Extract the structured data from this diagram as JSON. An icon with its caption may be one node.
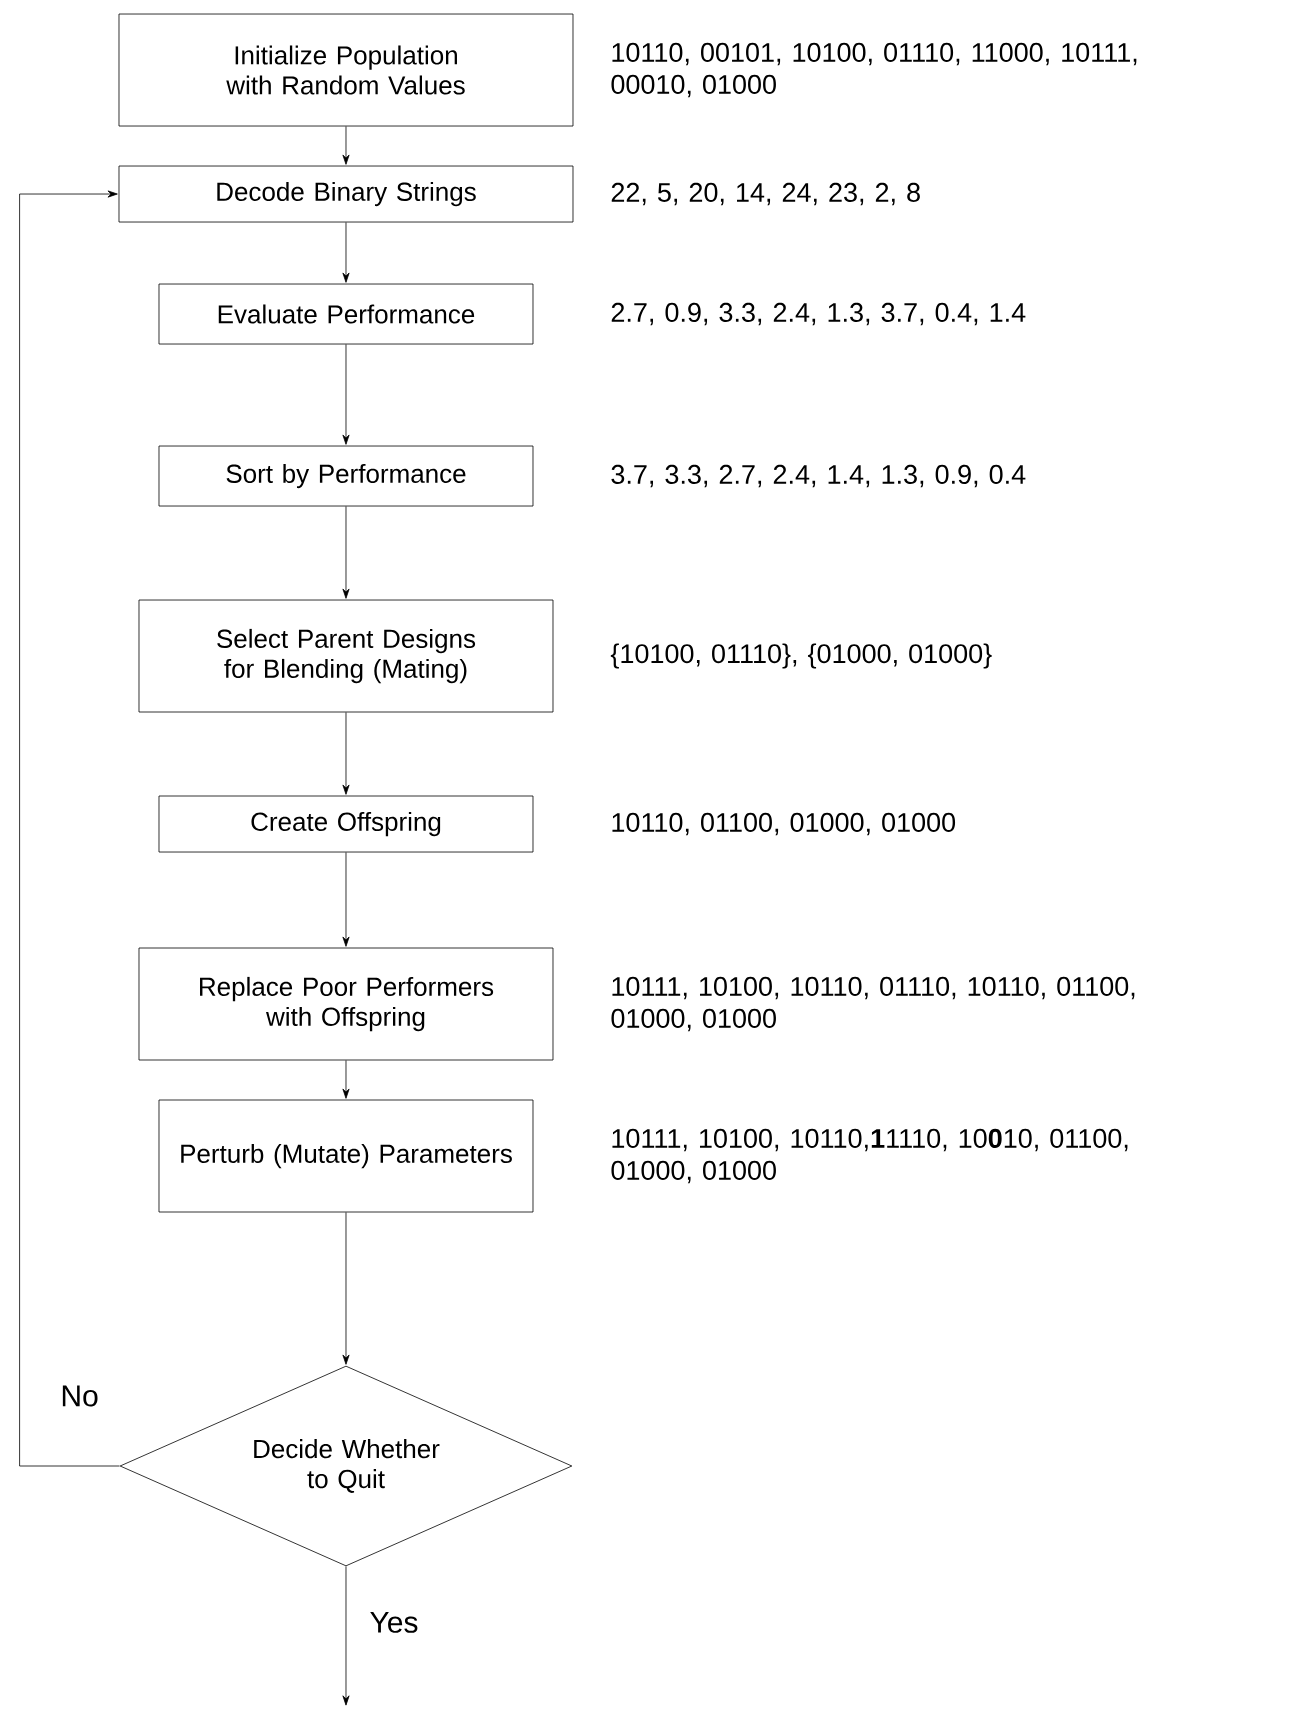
{
  "diagram": {
    "nodes": [
      {
        "text": [
          "Initialize Population with Random Values"
        ],
        "beside": [
          "10110, 00101, 10100, 01110, 11000, 10111, 00010, 01000"
        ]
      },
      {
        "text": [
          "Decode Binary Strings"
        ],
        "beside": [
          "22, 5, 20, 14, 24, 23, 2, 8"
        ]
      },
      {
        "text": [
          "Evaluate Performance"
        ],
        "beside": [
          "2.7, 0.9, 3.3, 2.4, 1.3, 3.7, 0.4, 1.4"
        ]
      },
      {
        "text": [
          "Sort by Performance"
        ],
        "beside": [
          "3.7, 3.3, 2.7, 2.4, 1.4, 1.3, 0.9, 0.4"
        ]
      },
      {
        "text": [
          "Select Parent Designs for Blending (Mating)"
        ],
        "beside": [
          "{10100, 01110}, {01000, 01000}"
        ]
      },
      {
        "text": [
          "Create Offspring"
        ],
        "beside": [
          "10110, 01100, 01000, 01000"
        ]
      },
      {
        "text": [
          "Replace Poor Performers with Offspring"
        ],
        "beside": [
          "10111, 10100, 10110, 01110, 10110, 01100, 01000, 01000"
        ]
      },
      {
        "text": [
          "Perturb (Mutate) Parameters"
        ],
        "beside": [
          "10111, 10100, 10110,**1**1110, 10**0**10, 01100, 01000, 01000"
        ]
      },
      {
        "text": [
          "Decide Whether to Quit"
        ]
      }
    ],
    "edges": [
      {
        "from": 0,
        "to": 1,
        "arrow": "to"
      },
      {
        "from": 1,
        "to": 2,
        "arrow": "to"
      },
      {
        "from": 2,
        "to": 3,
        "arrow": "to"
      },
      {
        "from": 3,
        "to": 4,
        "arrow": "to"
      },
      {
        "from": 4,
        "to": 5,
        "arrow": "to"
      },
      {
        "from": 5,
        "to": 6,
        "arrow": "to"
      },
      {
        "from": 6,
        "to": 7,
        "arrow": "to"
      },
      {
        "from": 7,
        "to": 8,
        "arrow": "to"
      },
      {
        "from": 8,
        "to": 1,
        "arrow": "to",
        "label": "No"
      },
      {
        "from": 8,
        "to": null,
        "arrow": "to",
        "label": "Yes"
      }
    ]
  }
}
